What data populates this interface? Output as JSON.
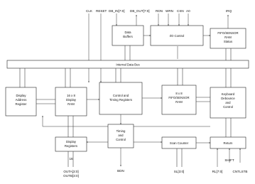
{
  "signals": {
    "clk": "CLK",
    "reset": "RESET",
    "db_in": "DB_IN[7:0]",
    "db_out": "DB_OUT[7:0]",
    "rdn": "RDN",
    "wrn": "WRN",
    "csn": "CSN",
    "a0": "A0",
    "irq": "IRQ",
    "bdn": "BDN",
    "sl": "SL[3:0]",
    "rl": "RL[7:0]",
    "shift": "SHIFT",
    "cntlstb": "CNTLSTB",
    "out_a": "OUTA[3:0]",
    "out_b": "OUTB[3:0]",
    "bus_width": "16"
  },
  "bus": {
    "label": "Internal Data Bus"
  },
  "blocks": {
    "data_buffers": [
      "Data",
      "Buffers"
    ],
    "io_control": [
      "I/O Control"
    ],
    "fifo_status": [
      "FIFO/SENSOR",
      "RAM",
      "Status"
    ],
    "display_address": [
      "Display",
      "Address",
      "Register"
    ],
    "display_ram": [
      "16 x 8",
      "Display",
      "RAM"
    ],
    "control_timing": [
      "Control and",
      "Timing Registers"
    ],
    "fifo_ram": [
      "8 x 8",
      "FIFO/SENSOR",
      "RAM"
    ],
    "keyboard": [
      "Keyboard",
      "Debounce",
      "and",
      "Control"
    ],
    "display_registers": [
      "Display",
      "Registers"
    ],
    "timing_control": [
      "Timing",
      "and",
      "Control"
    ],
    "scan_counter": [
      "Scan Counter"
    ],
    "return": [
      "Return"
    ]
  }
}
